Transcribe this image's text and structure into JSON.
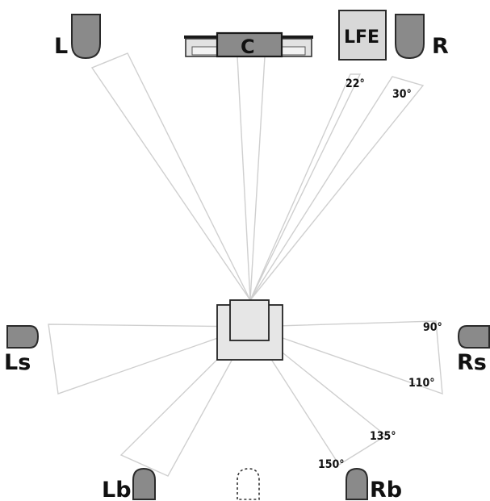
{
  "speakers": {
    "left": "L",
    "center": "C",
    "subwoofer": "LFE",
    "right": "R",
    "left_surround": "Ls",
    "right_surround": "Rs",
    "left_back": "Lb",
    "right_back": "Rb"
  },
  "angles": {
    "a22": "22°",
    "a30": "30°",
    "a90": "90°",
    "a110": "110°",
    "a135": "135°",
    "a150": "150°"
  },
  "colors": {
    "speaker_fill": "#8a8a8a",
    "speaker_outline": "#2a2a2a",
    "beam_line": "#cfcfcf",
    "listener_fill": "#e6e6e6",
    "lfe_fill": "#d8d8d8"
  }
}
